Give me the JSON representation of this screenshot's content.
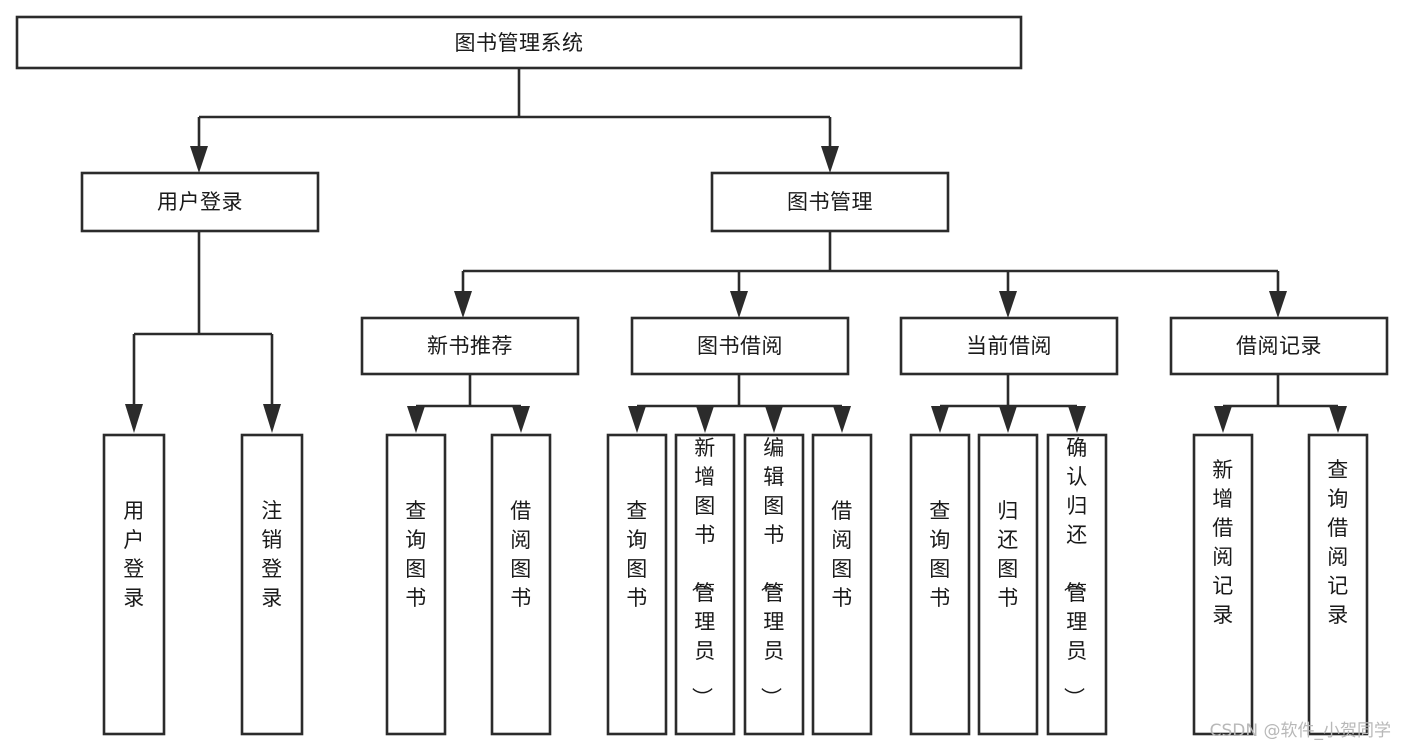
{
  "diagram": {
    "type": "tree",
    "title": "图书管理系统",
    "orientation": "top-down",
    "colors": {
      "stroke": "#2b2b2b",
      "box_fill": "#ffffff",
      "text": "#1a1a1a",
      "background": "#ffffff",
      "watermark": "#b8b8b8"
    },
    "root": {
      "id": "root",
      "label": "图书管理系统",
      "text_orientation": "horizontal"
    },
    "level2": [
      {
        "id": "n-user-login",
        "label": "用户登录",
        "text_orientation": "horizontal"
      },
      {
        "id": "n-book-manage",
        "label": "图书管理",
        "text_orientation": "horizontal"
      }
    ],
    "level3": [
      {
        "id": "n-new-book-rec",
        "label": "新书推荐",
        "text_orientation": "horizontal",
        "parent": "n-book-manage"
      },
      {
        "id": "n-book-borrow",
        "label": "图书借阅",
        "text_orientation": "horizontal",
        "parent": "n-book-manage"
      },
      {
        "id": "n-current-borrow",
        "label": "当前借阅",
        "text_orientation": "horizontal",
        "parent": "n-book-manage"
      },
      {
        "id": "n-borrow-record",
        "label": "借阅记录",
        "text_orientation": "horizontal",
        "parent": "n-book-manage"
      }
    ],
    "leaves": [
      {
        "id": "leaf-user-login",
        "label": "用户登录",
        "parent": "n-user-login",
        "text_orientation": "vertical"
      },
      {
        "id": "leaf-logout-login",
        "label": "注销登录",
        "parent": "n-user-login",
        "text_orientation": "vertical"
      },
      {
        "id": "leaf-query-book-1",
        "label": "查询图书",
        "parent": "n-new-book-rec",
        "text_orientation": "vertical"
      },
      {
        "id": "leaf-borrow-book-1",
        "label": "借阅图书",
        "parent": "n-new-book-rec",
        "text_orientation": "vertical"
      },
      {
        "id": "leaf-query-book-2",
        "label": "查询图书",
        "parent": "n-book-borrow",
        "text_orientation": "vertical"
      },
      {
        "id": "leaf-add-book",
        "label": "新增图书（管理员）",
        "parent": "n-book-borrow",
        "text_orientation": "vertical"
      },
      {
        "id": "leaf-edit-book",
        "label": "编辑图书（管理员）",
        "parent": "n-book-borrow",
        "text_orientation": "vertical"
      },
      {
        "id": "leaf-borrow-book-2",
        "label": "借阅图书",
        "parent": "n-book-borrow",
        "text_orientation": "vertical"
      },
      {
        "id": "leaf-query-book-3",
        "label": "查询图书",
        "parent": "n-current-borrow",
        "text_orientation": "vertical"
      },
      {
        "id": "leaf-return-book",
        "label": "归还图书",
        "parent": "n-current-borrow",
        "text_orientation": "vertical"
      },
      {
        "id": "leaf-confirm-return",
        "label": "确认归还（管理员）",
        "parent": "n-current-borrow",
        "text_orientation": "vertical"
      },
      {
        "id": "leaf-add-record",
        "label": "新增借阅记录",
        "parent": "n-borrow-record",
        "text_orientation": "vertical"
      },
      {
        "id": "leaf-query-record",
        "label": "查询借阅记录",
        "parent": "n-borrow-record",
        "text_orientation": "vertical"
      }
    ]
  },
  "watermark": {
    "text": "CSDN @软件_小贺同学"
  }
}
